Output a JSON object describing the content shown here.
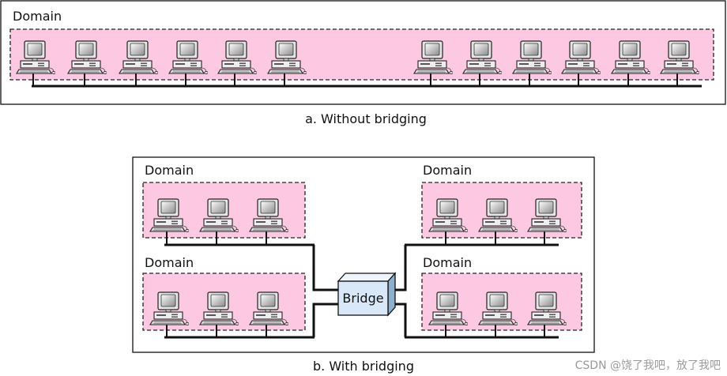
{
  "panel_a": {
    "domain_label": "Domain",
    "caption": "a. Without bridging"
  },
  "panel_b": {
    "domain_labels": [
      "Domain",
      "Domain",
      "Domain",
      "Domain"
    ],
    "bridge_label": "Bridge",
    "caption": "b. With bridging"
  },
  "watermark": "CSDN @饶了我吧，放了我吧",
  "colors": {
    "domain_fill": "#fcc8e2",
    "line": "#111111",
    "bridge_front": "#d8e8f8",
    "bridge_side": "#8fb0cc"
  },
  "icons": {
    "computer": "desktop-computer-icon"
  }
}
